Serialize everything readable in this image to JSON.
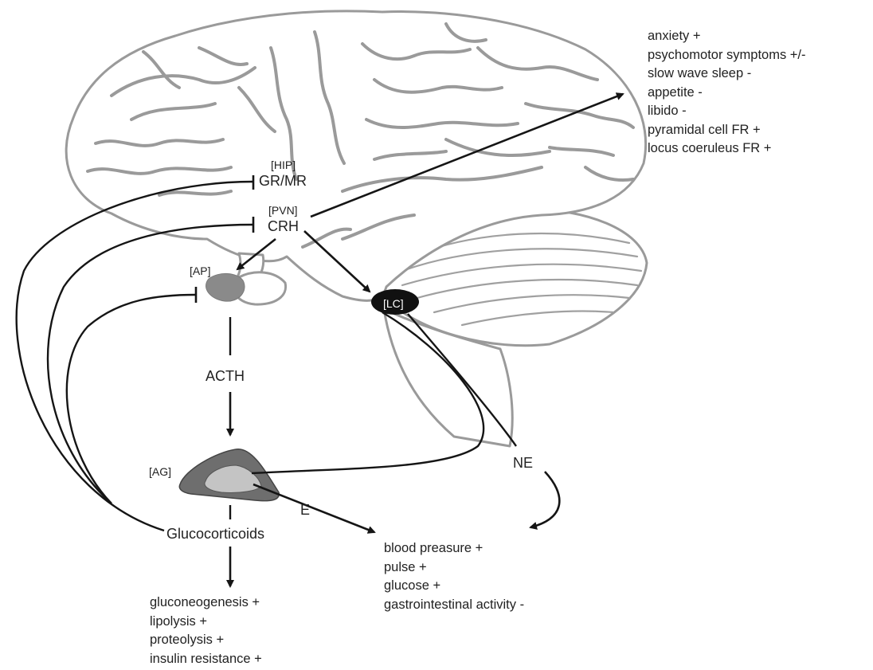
{
  "labels": {
    "hip": "[HIP]",
    "gr_mr": "GR/MR",
    "pvn": "[PVN]",
    "crh": "CRH",
    "ap": "[AP]",
    "lc": "[LC]",
    "acth": "ACTH",
    "ag": "[AG]",
    "e": "E",
    "ne": "NE",
    "glucocorticoids": "Glucocorticoids"
  },
  "cns_effects": [
    "anxiety +",
    "psychomotor symptoms +/-",
    "slow wave sleep -",
    "appetite -",
    "libido -",
    "pyramidal cell FR +",
    "locus coeruleus FR +"
  ],
  "cardio_effects": [
    "blood preasure +",
    "pulse +",
    "glucose +",
    "gastrointestinal activity -"
  ],
  "metabolic_effects": [
    "gluconeogenesis +",
    "lipolysis +",
    "proteolysis +",
    "insulin resistance +"
  ],
  "colors": {
    "brain_outline": "#9a9a9a",
    "pituitary_anterior": "#8a8a8a",
    "adrenal_cortex": "#6e6e6e",
    "adrenal_medulla": "#c4c4c4",
    "locus_coeruleus": "#111111",
    "arrows": "#151515"
  }
}
